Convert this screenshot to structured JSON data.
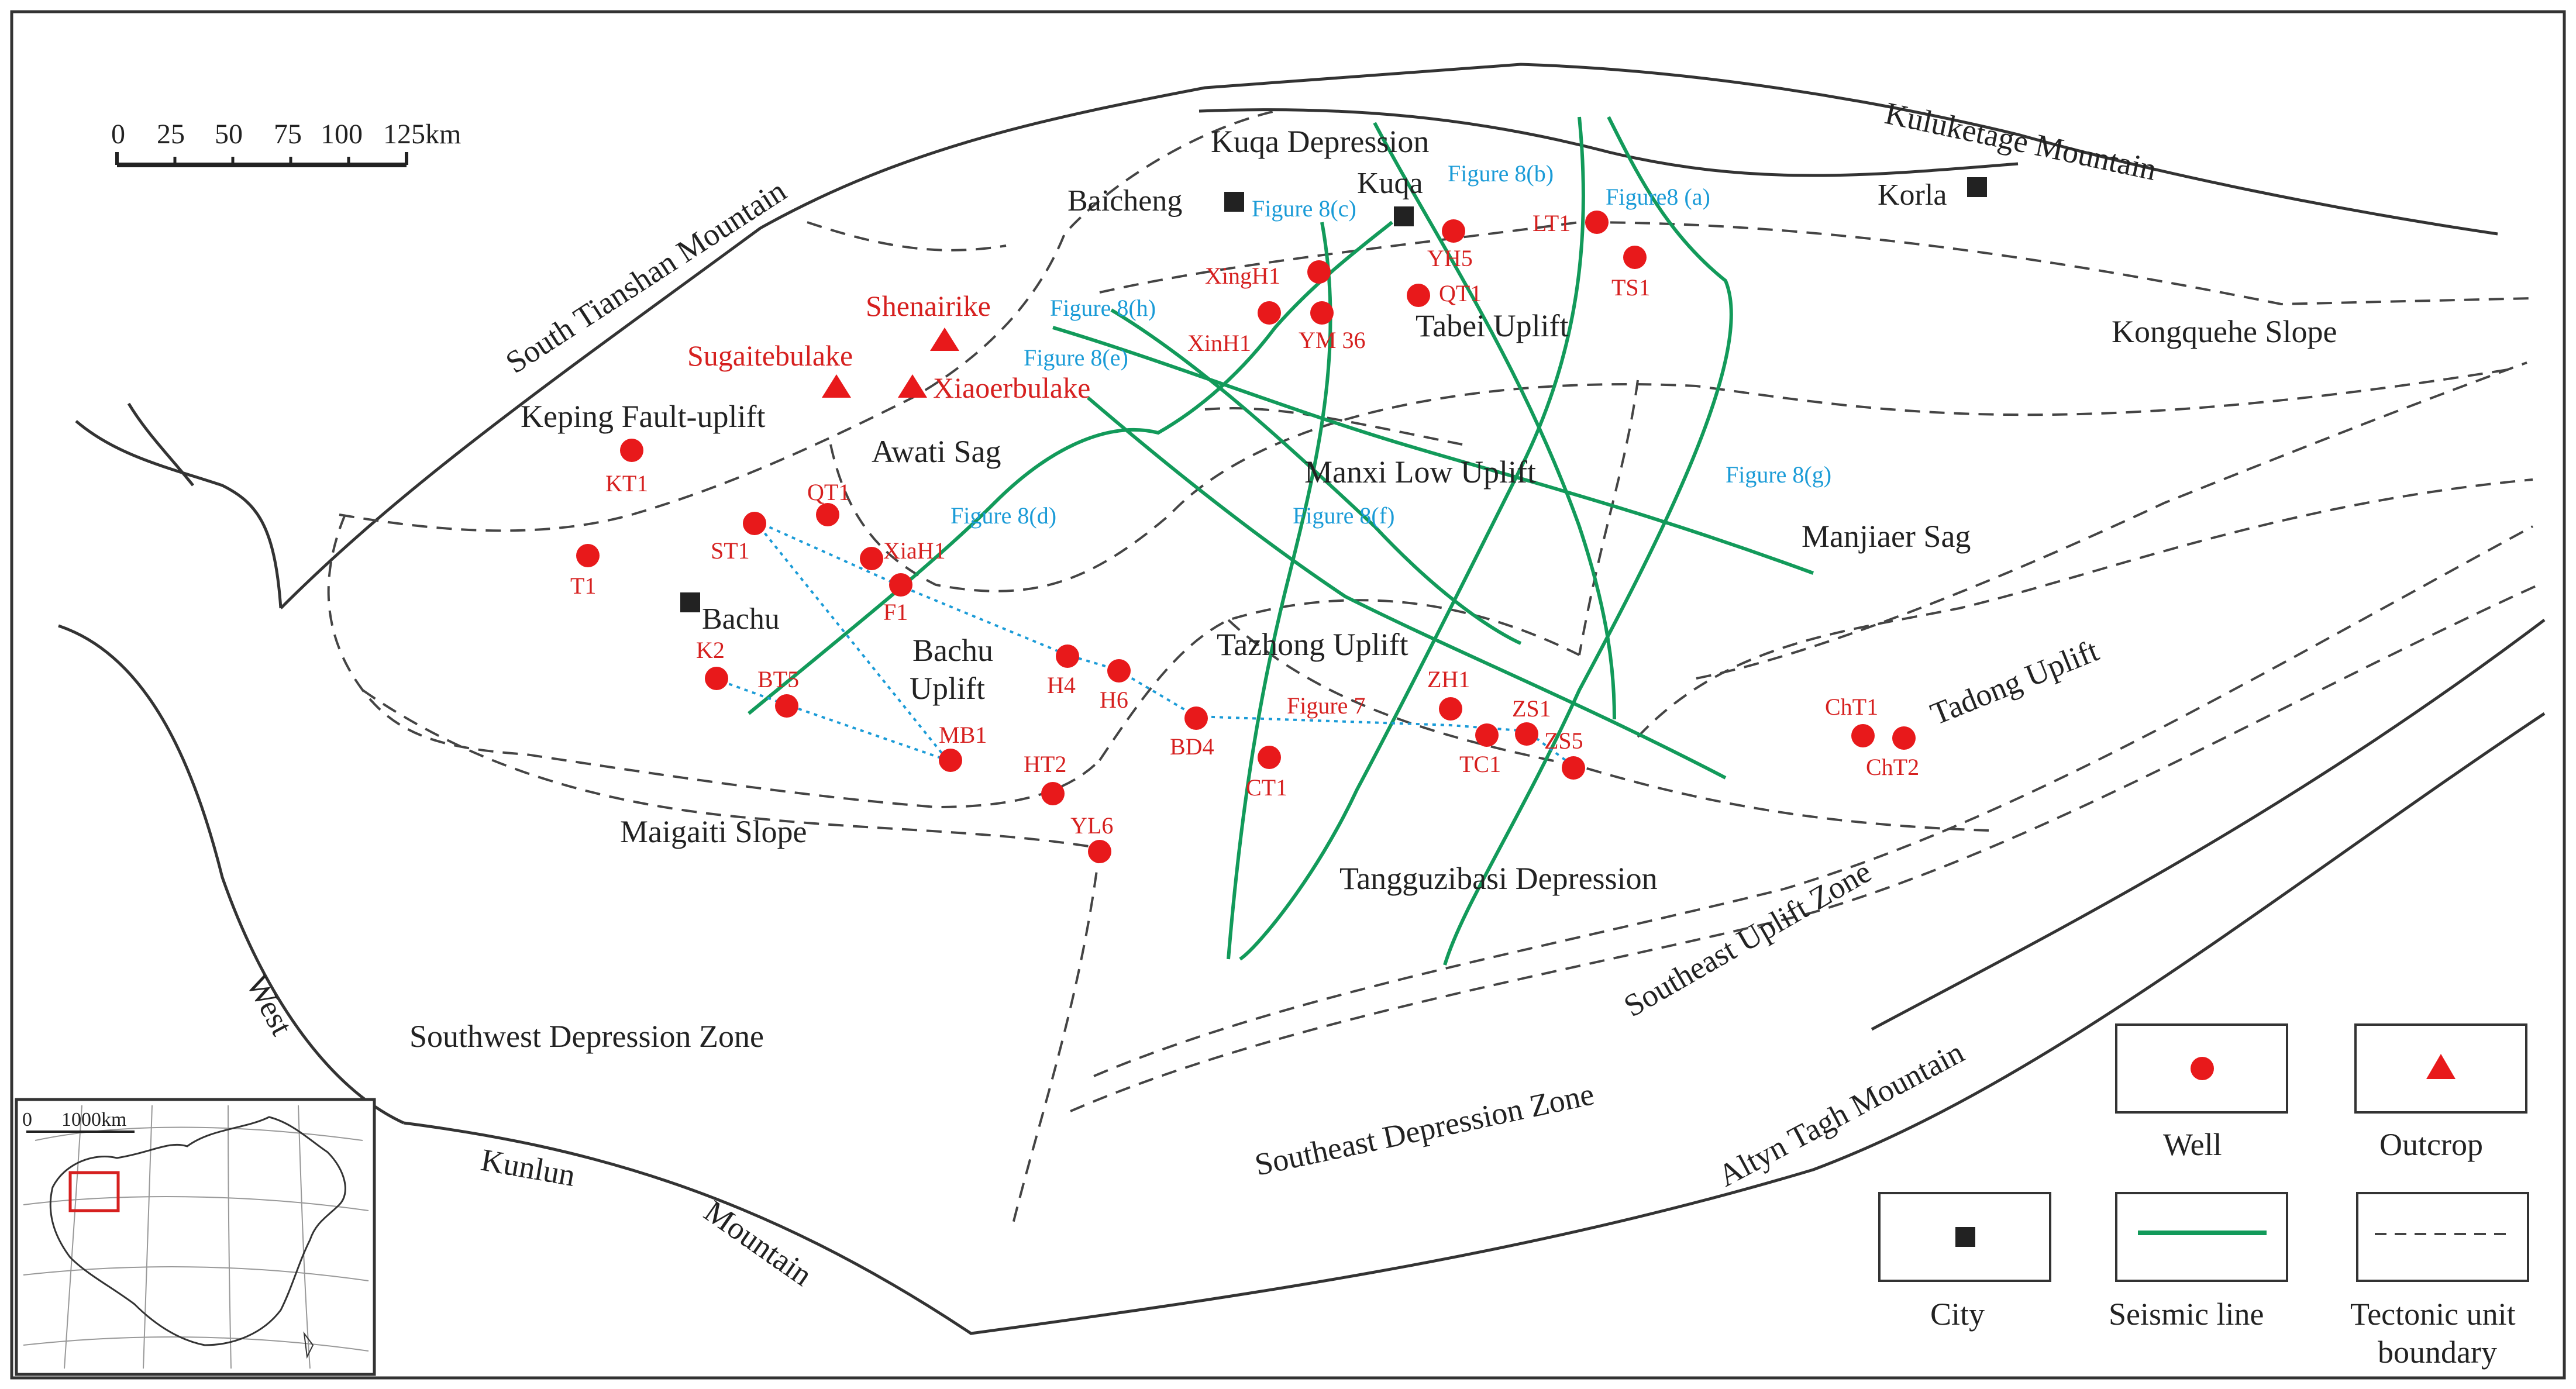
{
  "colors": {
    "well": "#e8191b",
    "outcrop": "#e8191b",
    "city": "#222222",
    "seismic": "#129a5a",
    "boundary": "#444444",
    "figure_label": "#1a9bd7",
    "profile": "#1a9bd7"
  },
  "scale_bar": {
    "ticks": [
      "0",
      "25",
      "50",
      "75",
      "100",
      "125km"
    ]
  },
  "inset": {
    "scale_zero": "0",
    "scale_label": "1000km"
  },
  "mountains": {
    "south_tianshan": "South Tianshan Mountain",
    "kuluketage": "Kuluketage Mountain",
    "west": "West",
    "kunlun": "Kunlun",
    "kunlun_mountain": "Mountain",
    "altyn_tagh": "Altyn Tagh Mountain"
  },
  "regions": {
    "kuqa_depression": "Kuqa Depression",
    "keping": "Keping Fault-uplift",
    "awati": "Awati Sag",
    "tabei": "Tabei Uplift",
    "kongquehe": "Kongquehe Slope",
    "manxi": "Manxi Low Uplift",
    "manjiaer": "Manjiaer Sag",
    "bachu_uplift_1": "Bachu",
    "bachu_uplift_2": "Uplift",
    "tazhong": "Tazhong Uplift",
    "tadong": "Tadong Uplift",
    "maigaiti": "Maigaiti Slope",
    "tangguzibasi": "Tangguzibasi Depression",
    "southeast_uplift": "Southeast Uplift Zone",
    "southwest_depression": "Southwest Depression Zone",
    "southeast_depression": "Southeast Depression Zone"
  },
  "cities": {
    "baicheng": "Baicheng",
    "kuqa": "Kuqa",
    "korla": "Korla",
    "bachu": "Bachu"
  },
  "outcrops": {
    "shenairike": "Shenairike",
    "sugaitebulake": "Sugaitebulake",
    "xiaoerbulake": "Xiaoerbulake"
  },
  "wells": {
    "lt1": "LT1",
    "ts1": "TS1",
    "yh5": "YH5",
    "qt1_n": "QT1",
    "xingh1": "XingH1",
    "xinh1": "XinH1",
    "ym36": "YM 36",
    "kt1": "KT1",
    "st1": "ST1",
    "qt1_w": "QT1",
    "xiah1": "XiaH1",
    "t1": "T1",
    "f1": "F1",
    "k2": "K2",
    "bt5": "BT5",
    "mb1": "MB1",
    "h4": "H4",
    "h6": "H6",
    "bd4": "BD4",
    "ht2": "HT2",
    "yl6": "YL6",
    "ct1": "CT1",
    "zh1": "ZH1",
    "zs1": "ZS1",
    "tc1": "TC1",
    "zs5": "ZS5",
    "cht1": "ChT1",
    "cht2": "ChT2"
  },
  "figure_labels": {
    "f8a": "Figure8 (a)",
    "f8b": "Figure 8(b)",
    "f8c": "Figure 8(c)",
    "f8h": "Figure 8(h)",
    "f8e": "Figure 8(e)",
    "f8g": "Figure 8(g)",
    "f8d": "Figure 8(d)",
    "f8f": "Figure 8(f)",
    "fig7": "Figure 7"
  },
  "legend": {
    "well": "Well",
    "outcrop": "Outcrop",
    "city": "City",
    "seismic": "Seismic line",
    "boundary_1": "Tectonic unit",
    "boundary_2": "boundary"
  }
}
